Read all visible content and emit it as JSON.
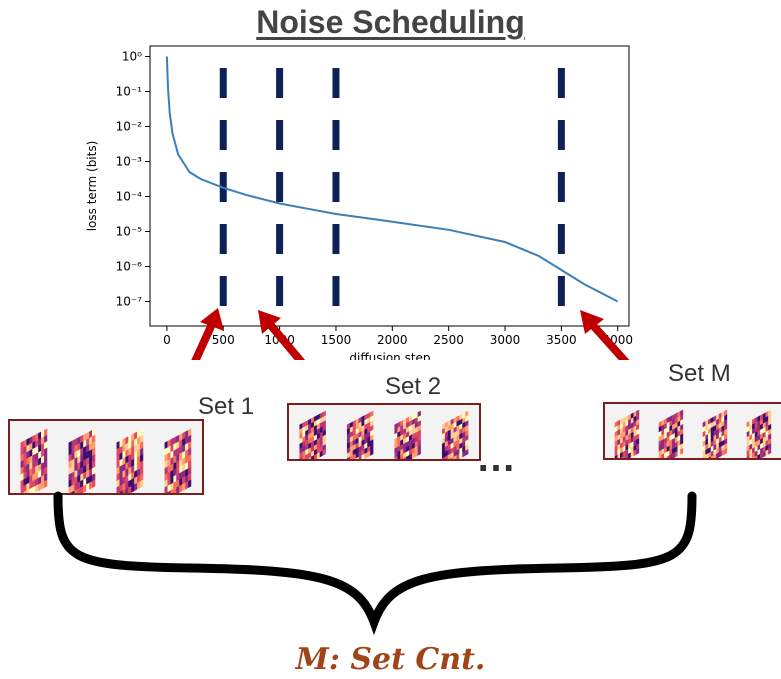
{
  "title": "Noise Scheduling",
  "chart_data": {
    "type": "line",
    "xlabel": "diffusion step",
    "ylabel": "loss term (bits)",
    "xlim": [
      -150,
      4100
    ],
    "ylim_log10": [
      -7.7,
      0.3
    ],
    "x_ticks": [
      0,
      500,
      1000,
      1500,
      2000,
      2500,
      3000,
      3500,
      4000
    ],
    "x_tick_labels": [
      "0",
      "500",
      "1000",
      "1500",
      "2000",
      "2500",
      "3000",
      "3500",
      "4000"
    ],
    "y_ticks_log10": [
      0,
      -1,
      -2,
      -3,
      -4,
      -5,
      -6,
      -7
    ],
    "y_tick_labels": [
      "10⁰",
      "10⁻¹",
      "10⁻²",
      "10⁻³",
      "10⁻⁴",
      "10⁻⁵",
      "10⁻⁶",
      "10⁻⁷"
    ],
    "grid": false,
    "series": [
      {
        "color": "#3a7fb8",
        "x": [
          0,
          10,
          25,
          50,
          100,
          200,
          300,
          500,
          700,
          1000,
          1300,
          1500,
          2000,
          2500,
          3000,
          3300,
          3500,
          3700,
          4000
        ],
        "y_log10": [
          0,
          -0.9,
          -1.6,
          -2.2,
          -2.8,
          -3.3,
          -3.5,
          -3.75,
          -3.95,
          -4.2,
          -4.38,
          -4.5,
          -4.72,
          -4.95,
          -5.3,
          -5.7,
          -6.1,
          -6.5,
          -7.0
        ]
      }
    ],
    "markers": {
      "color": "#0e2156",
      "x": [
        500,
        1000,
        1500,
        3500
      ]
    }
  },
  "sets": [
    {
      "label": "Set 1"
    },
    {
      "label": "Set 2"
    },
    {
      "label": "Set M"
    }
  ],
  "ellipsis": "…",
  "caption": "M: Set Cnt.",
  "colors": {
    "arrow": "#c00000",
    "panel_border": "#7a1f1f",
    "caption": "#a0441a",
    "heatmap_palette": [
      "#3b0f6f",
      "#8c2981",
      "#b5367a",
      "#de4968",
      "#f66e5b",
      "#fe9f6d",
      "#fecf92",
      "#fcfdbf"
    ]
  }
}
